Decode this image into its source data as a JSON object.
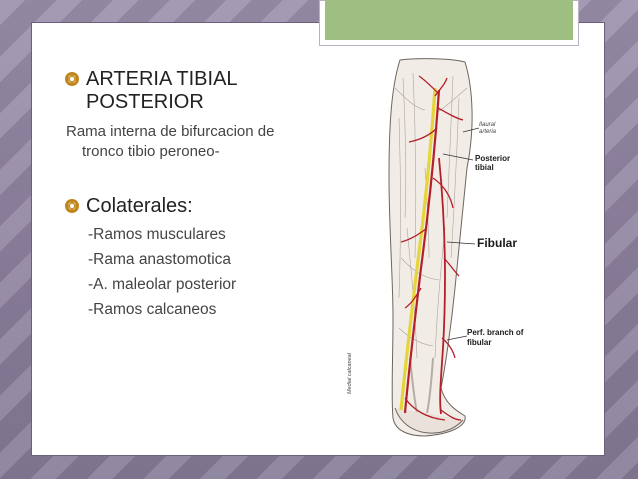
{
  "heading1_line1": "ARTERIA TIBIAL",
  "heading1_line2": "POSTERIOR",
  "description_line1": "Rama interna de bifurcacion de",
  "description_line2": "tronco tibio peroneo-",
  "heading2": "Colaterales:",
  "collaterals": [
    "-Ramos musculares",
    "-Rama anastomotica",
    "-A. maleolar posterior",
    "-Ramos calcaneos"
  ],
  "figure_labels": {
    "popliteal": "Ilaural arteria",
    "posterior_tibial_1": "Posterior",
    "posterior_tibial_2": "tibial",
    "fibular": "Fibular",
    "perf_1": "Perf. branch of",
    "perf_2": "fibular",
    "side_label": "Medial calcaneal"
  },
  "colors": {
    "bullet": "#c0861c",
    "accent_tab": "#9fbf82",
    "artery": "#b3202a",
    "nerve": "#e6d53a"
  },
  "icons": {
    "bullet": "diamond-bullet-icon"
  }
}
